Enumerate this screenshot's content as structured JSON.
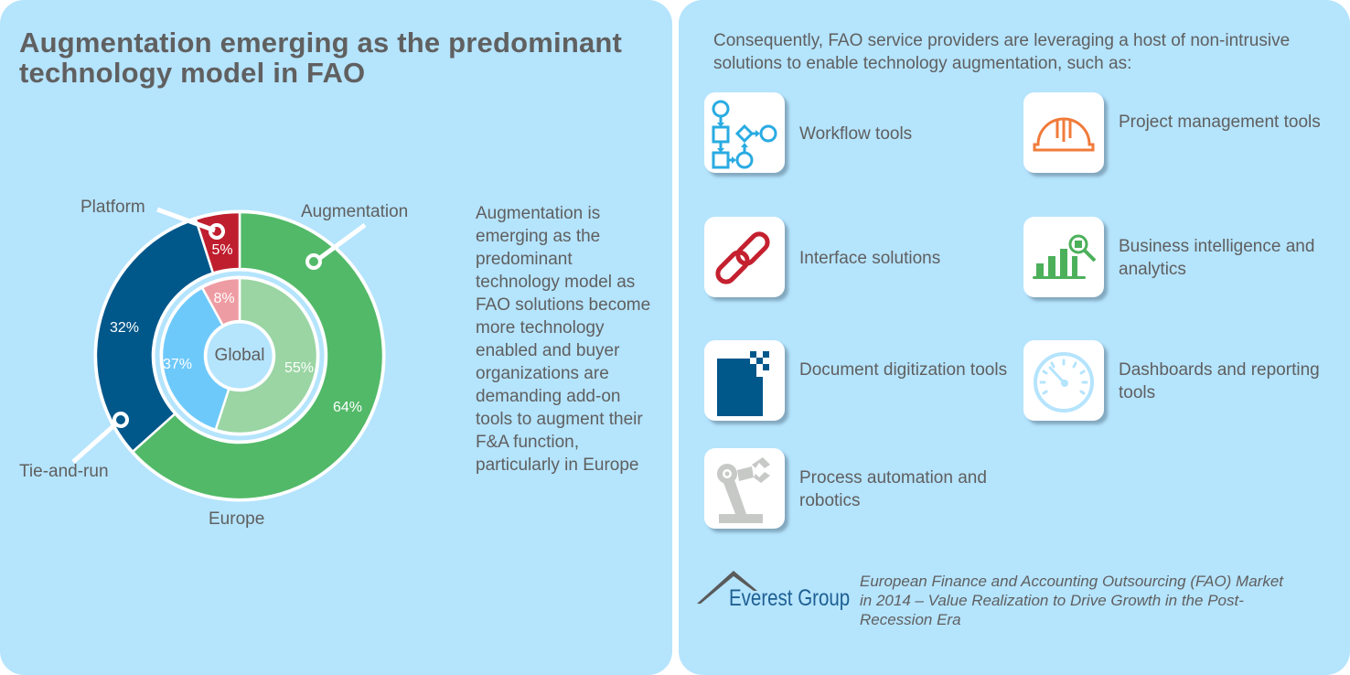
{
  "left": {
    "title": "Augmentation emerging as the predominant technology model in FAO",
    "description": "Augmentation is emerging as the predominant technology model as FAO solutions become more technology enabled and buyer organizations are demanding add-on tools to augment their F&A function, particularly in Europe"
  },
  "chart_labels": {
    "platform": "Platform",
    "augmentation": "Augmentation",
    "tie_and_run": "Tie-and-run",
    "europe": "Europe",
    "global": "Global",
    "outer": {
      "augmentation": "64%",
      "tie_and_run": "32%",
      "platform": "5%"
    },
    "inner": {
      "augmentation": "55%",
      "tie_and_run": "37%",
      "platform": "8%"
    }
  },
  "chart_data": {
    "type": "pie",
    "subtype": "nested-donut",
    "title": "Augmentation emerging as the predominant technology model in FAO",
    "categories": [
      "Augmentation",
      "Tie-and-run",
      "Platform"
    ],
    "series": [
      {
        "name": "Europe",
        "ring": "outer",
        "values": [
          64,
          32,
          5
        ],
        "colors": [
          "#52b968",
          "#00578a",
          "#bf1e2e"
        ]
      },
      {
        "name": "Global",
        "ring": "inner",
        "values": [
          55,
          37,
          8
        ],
        "colors": [
          "#9ad5a3",
          "#6ec9fb",
          "#ee9ca3"
        ]
      }
    ],
    "units": "%",
    "legend": "callout labels"
  },
  "right": {
    "intro": "Consequently, FAO service providers are leveraging a host of non-intrusive solutions to enable technology augmentation, such as:",
    "tools": [
      {
        "label": "Workflow tools",
        "icon": "workflow-icon"
      },
      {
        "label": "Project management tools",
        "icon": "hard-hat-icon"
      },
      {
        "label": "Interface solutions",
        "icon": "chain-link-icon"
      },
      {
        "label": "Business intelligence and analytics",
        "icon": "bar-chart-magnifier-icon"
      },
      {
        "label": "Document digitization tools",
        "icon": "document-pixel-icon"
      },
      {
        "label": "Dashboards and reporting tools",
        "icon": "gauge-icon"
      },
      {
        "label": "Process automation and robotics",
        "icon": "robot-arm-icon"
      }
    ],
    "brand": "Everest Group",
    "citation": "European Finance and Accounting Outsourcing (FAO) Market in 2014 – Value Realization to Drive Growth in the Post-Recession Era"
  },
  "colors": {
    "panel_bg": "#b5e4fd",
    "text": "#5f5f5f",
    "augmentation_europe": "#52b968",
    "tie_and_run_europe": "#00578a",
    "platform_europe": "#bf1e2e",
    "augmentation_global": "#9ad5a3",
    "tie_and_run_global": "#6ec9fb",
    "platform_global": "#ee9ca3",
    "brand": "#1d5f92"
  }
}
